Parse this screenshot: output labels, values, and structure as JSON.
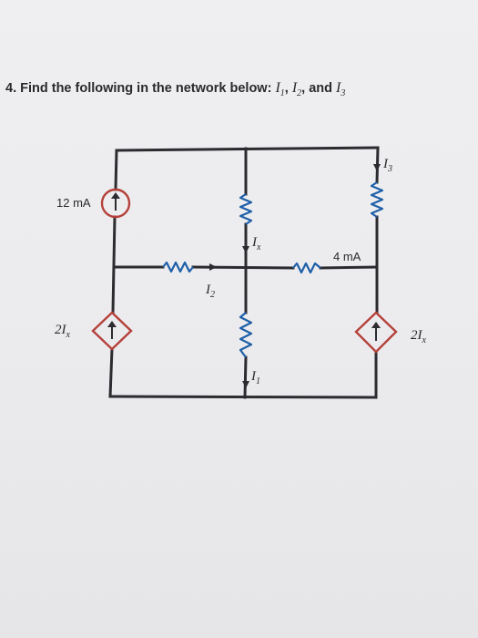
{
  "problem": {
    "prefix": "4. Find the following in the network below: ",
    "var1": "I",
    "var1_sub": "1",
    "sep1": ", ",
    "var2": "I",
    "var2_sub": "2",
    "sep2": ", and ",
    "var3": "I",
    "var3_sub": "3"
  },
  "circuit": {
    "wire_color": "#2b2b30",
    "resistor_color": "#1e5fa8",
    "source_color": "#b5413a",
    "labels": {
      "source_12ma": "12 mA",
      "dep_left": "2I",
      "dep_left_sub": "x",
      "dep_right": "2I",
      "dep_right_sub": "x",
      "current_ix": "I",
      "current_ix_sub": "x",
      "current_i1": "I",
      "current_i1_sub": "1",
      "current_i2": "I",
      "current_i2_sub": "2",
      "current_i3": "I",
      "current_i3_sub": "3",
      "source_4ma": "4 mA"
    }
  }
}
